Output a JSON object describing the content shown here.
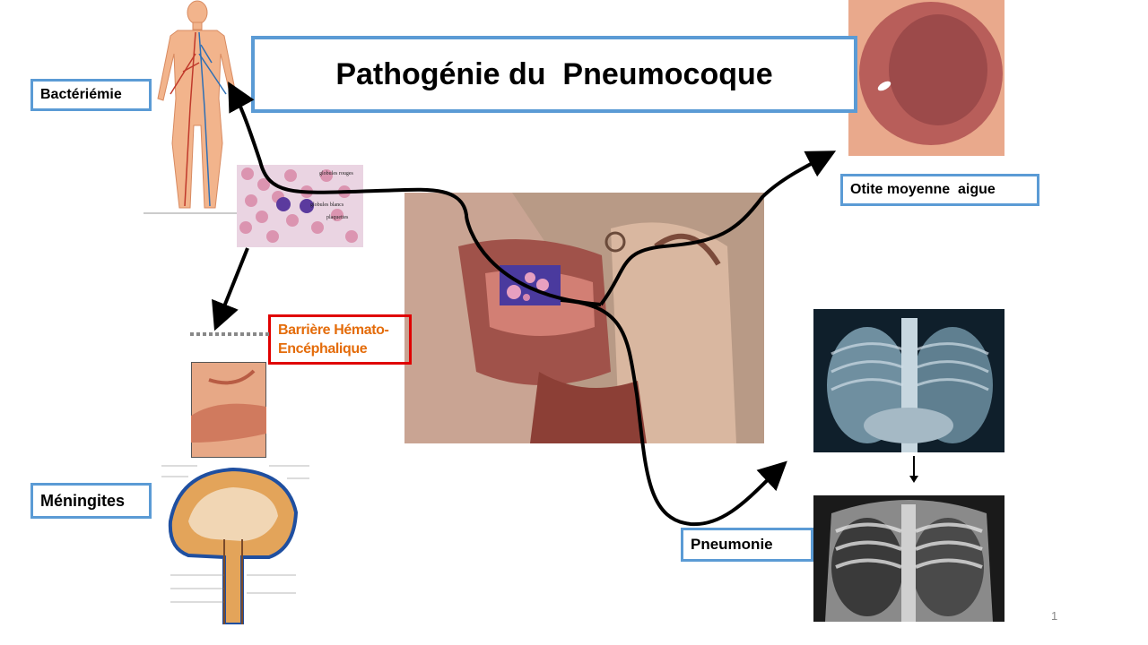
{
  "slide": {
    "title": "Pathogénie du  Pneumocoque",
    "page_number": "1"
  },
  "labels": {
    "bacteriemie": "Bactériémie",
    "otite": "Otite moyenne  aigue",
    "barriere_line1": "Barrière Hémato-",
    "barriere_line2": "Encéphalique",
    "meningites": "Méningites",
    "pneumonie": "Pneumonie"
  },
  "images": {
    "blood_smear_labels": [
      "globules rouges",
      "globules blancs",
      "plaquettes"
    ]
  },
  "colors": {
    "box_border": "#5b9bd5",
    "barrier_border": "#e00000",
    "barrier_text": "#e46c0a"
  }
}
